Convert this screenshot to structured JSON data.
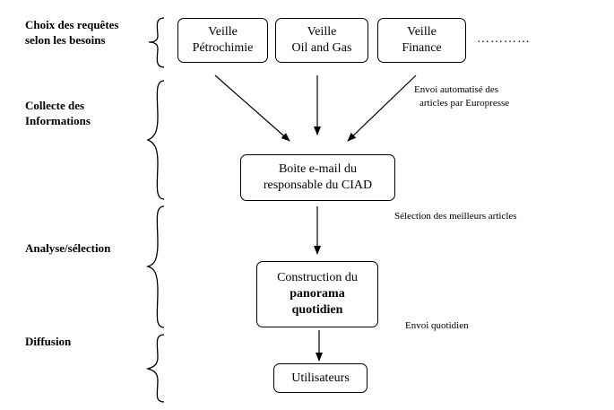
{
  "stages": {
    "stage1_line1": "Choix des requêtes",
    "stage1_line2": "selon les besoins",
    "stage2_line1": "Collecte des",
    "stage2_line2": "Informations",
    "stage3": "Analyse/sélection",
    "stage4": "Diffusion"
  },
  "boxes": {
    "veille1_line1": "Veille",
    "veille1_line2": "Pétrochimie",
    "veille2_line1": "Veille",
    "veille2_line2": "Oil and Gas",
    "veille3_line1": "Veille",
    "veille3_line2": "Finance",
    "ellipsis": "…………",
    "email_line1": "Boite e-mail  du",
    "email_line2": "responsable du CIAD",
    "construction_line1": "Construction du",
    "construction_line2": "panorama",
    "construction_line3": "quotidien",
    "users": "Utilisateurs"
  },
  "notes": {
    "note1_line1": "Envoi automatisé des",
    "note1_line2": "articles par Europresse",
    "note2": "Sélection des meilleurs  articles",
    "note3": "Envoi quotidien"
  }
}
